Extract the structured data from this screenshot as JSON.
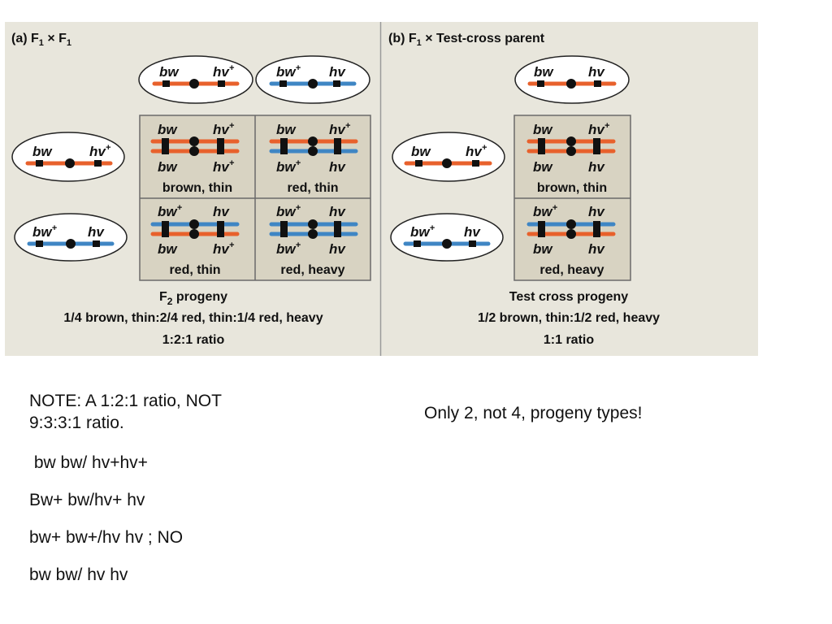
{
  "panel_a": {
    "title_a": "(a) F",
    "title_sub1": "1",
    "title_x": " × F",
    "title_sub2": "1",
    "female_gametes": [
      {
        "left": "bw",
        "right": "hv",
        "right_sup": "+"
      },
      {
        "left": "bw",
        "left_sup": "+",
        "right": "hv"
      }
    ],
    "male_gametes": [
      {
        "left": "bw",
        "right": "hv",
        "right_sup": "+"
      },
      {
        "left": "bw",
        "left_sup": "+",
        "right": "hv"
      }
    ],
    "cells": [
      {
        "top_left": "bw",
        "top_right": "hv",
        "top_right_sup": "+",
        "bot_left": "bw",
        "bot_right": "hv",
        "bot_right_sup": "+",
        "phenotype": "brown, thin"
      },
      {
        "top_left": "bw",
        "top_right": "hv",
        "top_right_sup": "+",
        "bot_left": "bw",
        "bot_left_sup": "+",
        "bot_right": "hv",
        "phenotype": "red, thin"
      },
      {
        "top_left": "bw",
        "top_left_sup": "+",
        "top_right": "hv",
        "bot_left": "bw",
        "bot_right": "hv",
        "bot_right_sup": "+",
        "phenotype": "red, thin"
      },
      {
        "top_left": "bw",
        "top_left_sup": "+",
        "top_right": "hv",
        "bot_left": "bw",
        "bot_left_sup": "+",
        "bot_right": "hv",
        "phenotype": "red, heavy"
      }
    ],
    "progeny_title_a": "F",
    "progeny_title_sub": "2",
    "progeny_title_b": " progeny",
    "ratio_line": "1/4 brown, thin:2/4 red, thin:1/4 red, heavy",
    "ratio": "1:2:1 ratio"
  },
  "panel_b": {
    "title_a": "(b) F",
    "title_sub": "1",
    "title_b": " ×  Test-cross parent",
    "female_gamete": {
      "left": "bw",
      "right": "hv"
    },
    "male_gametes": [
      {
        "left": "bw",
        "right": "hv",
        "right_sup": "+"
      },
      {
        "left": "bw",
        "left_sup": "+",
        "right": "hv"
      }
    ],
    "cells": [
      {
        "top_left": "bw",
        "top_right": "hv",
        "top_right_sup": "+",
        "bot_left": "bw",
        "bot_right": "hv",
        "phenotype": "brown, thin"
      },
      {
        "top_left": "bw",
        "top_left_sup": "+",
        "top_right": "hv",
        "bot_left": "bw",
        "bot_right": "hv",
        "phenotype": "red, heavy"
      }
    ],
    "progeny_title": "Test cross progeny",
    "ratio_line": "1/2 brown, thin:1/2 red, heavy",
    "ratio": "1:1 ratio"
  },
  "notes_left": [
    "NOTE: A 1:2:1 ratio, NOT 9:3:3:1 ratio.",
    " bw bw/ hv+hv+",
    "Bw+ bw/hv+ hv",
    "bw+ bw+/hv hv ; NO",
    "bw bw/ hv hv"
  ],
  "notes_right": "Only 2, not 4, progeny types!",
  "colors": {
    "background_panel": "#e8e6dc",
    "cell_fill": "#d8d3c2",
    "cell_border": "#6a6a6a",
    "chromosome_mutant": "#e8612c",
    "chromosome_wildtype": "#3f86c4",
    "centromere": "#111111"
  }
}
